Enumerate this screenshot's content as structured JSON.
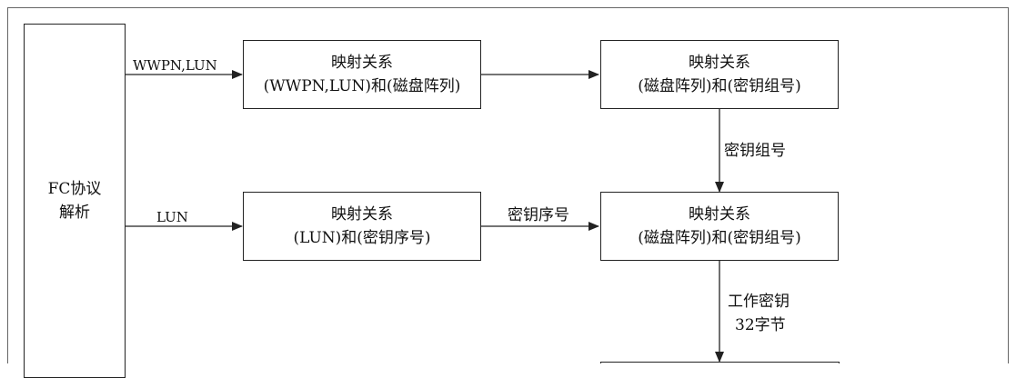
{
  "colors": {
    "line": "#222222",
    "frame": "#666666",
    "text": "#111111",
    "background": "#ffffff"
  },
  "nodes": {
    "fc_parser": {
      "line1": "FC协议",
      "line2": "解析"
    },
    "map_wwpn_lun": {
      "line1": "映射关系",
      "line2": "(WWPN,LUN)和(磁盘阵列)"
    },
    "map_array_keygroup_top": {
      "line1": "映射关系",
      "line2": "(磁盘阵列)和(密钥组号)"
    },
    "map_lun_keyseq": {
      "line1": "映射关系",
      "line2": "(LUN)和(密钥序号)"
    },
    "map_array_keygroup_mid": {
      "line1": "映射关系",
      "line2": "(磁盘阵列)和(密钥组号)"
    }
  },
  "edges": {
    "fc_to_map_wwpn": "WWPN,LUN",
    "fc_to_map_lun": "LUN",
    "keygroup_down": "密钥组号",
    "keyseq_right": "密钥序号",
    "workkey_line1": "工作密钥",
    "workkey_line2": "32字节"
  }
}
